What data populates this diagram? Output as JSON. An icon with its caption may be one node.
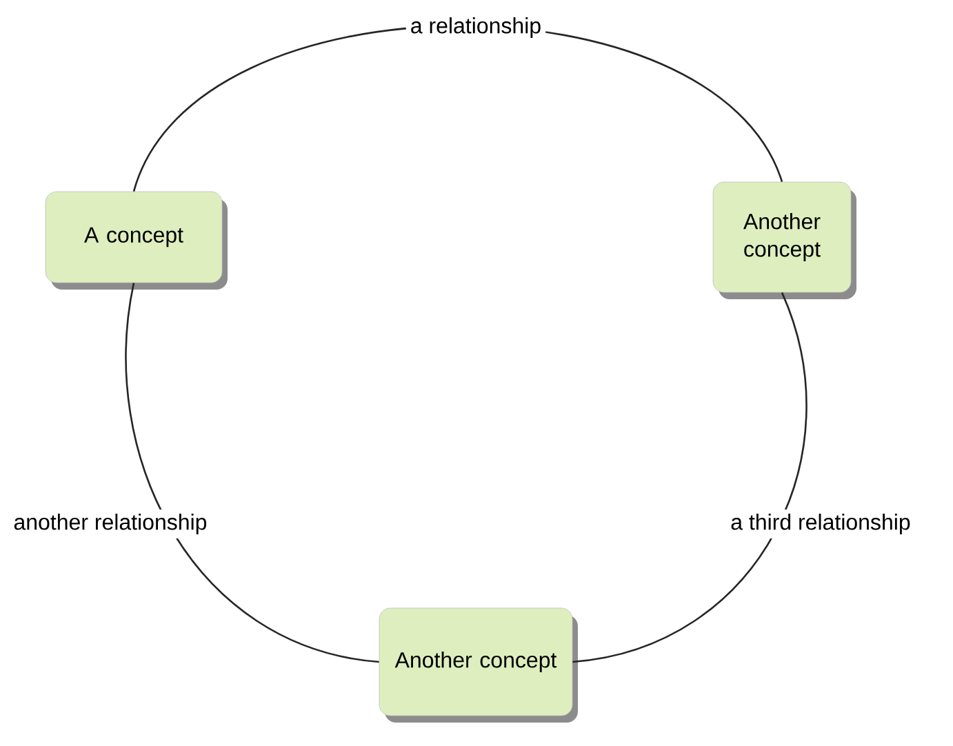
{
  "diagram": {
    "nodes": [
      {
        "text": [
          "A concept"
        ]
      },
      {
        "text": [
          "Another concept"
        ]
      },
      {
        "text": [
          "Another concept"
        ]
      }
    ],
    "edges": [
      {
        "from": 0,
        "to": 1,
        "arrow": "none",
        "label": "a relationship"
      },
      {
        "from": 0,
        "to": 2,
        "arrow": "none",
        "label": "another relationship"
      },
      {
        "from": 1,
        "to": 2,
        "arrow": "none",
        "label": "a third relationship"
      }
    ]
  }
}
